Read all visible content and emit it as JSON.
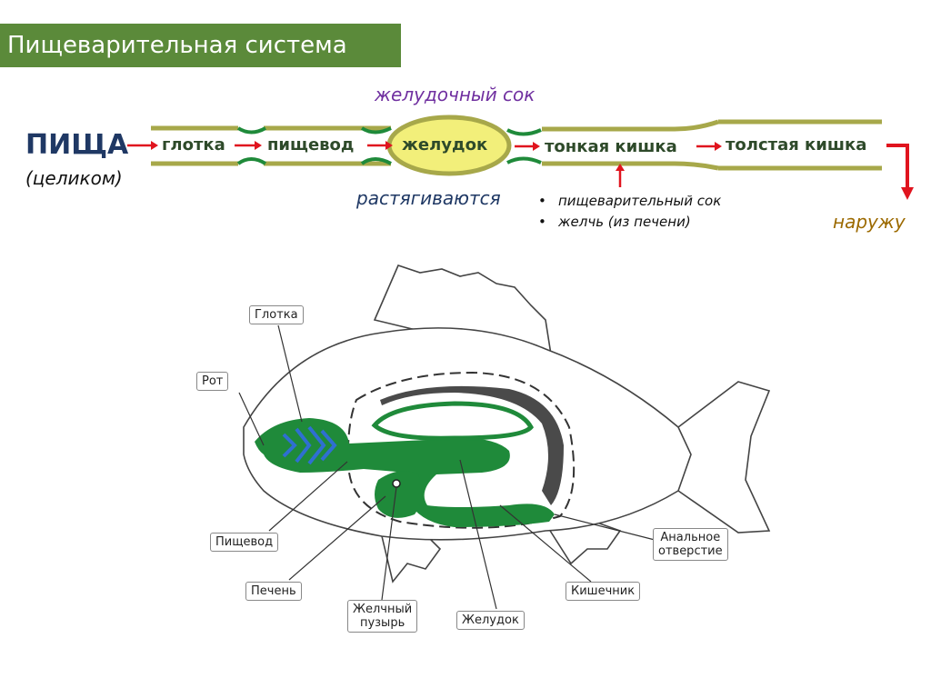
{
  "title": "Пищеварительная система",
  "flow": {
    "food": "ПИЩА",
    "food_note": "(целиком)",
    "stages": [
      "глотка",
      "пищевод",
      "желудок",
      "тонкая кишка",
      "толстая кишка"
    ],
    "gastric_juice": "желудочный сок",
    "stretch_note": "растягиваются",
    "intestine_inputs": [
      "пищеварительный сок",
      "желчь (из печени)"
    ],
    "exit": "наружу"
  },
  "fish_labels": {
    "pharynx": "Глотка",
    "mouth": "Рот",
    "esophagus": "Пищевод",
    "liver": "Печень",
    "gallbladder_line1": "Желчный",
    "gallbladder_line2": "пузырь",
    "stomach": "Желудок",
    "intestine": "Кишечник",
    "anus_line1": "Анальное",
    "anus_line2": "отверстие"
  },
  "colors": {
    "title_bg": "#5b8a3a",
    "tube": "#a7a84a",
    "organ_green": "#1f8a3a",
    "arrow_red": "#e0141e",
    "gills_blue": "#2f6fd1"
  }
}
